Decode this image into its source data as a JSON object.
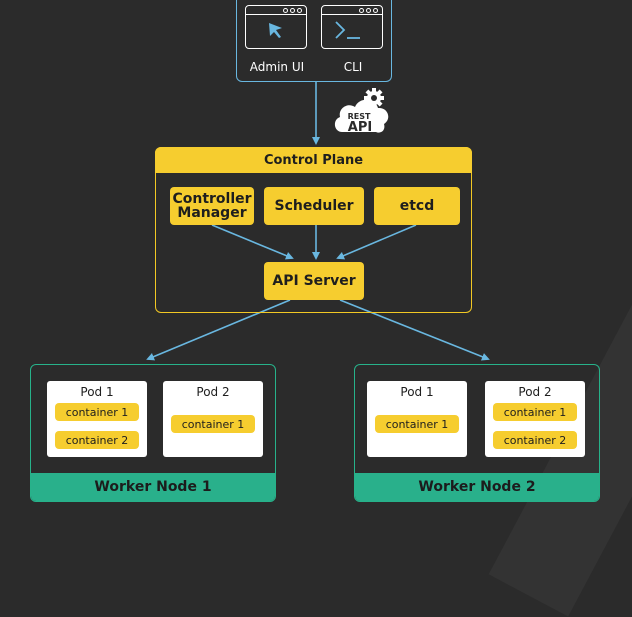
{
  "clients": {
    "admin_ui": "Admin UI",
    "cli": "CLI"
  },
  "rest_api": {
    "line1": "REST",
    "line2": "API"
  },
  "control_plane": {
    "title": "Control Plane",
    "components": [
      "Controller Manager",
      "Scheduler",
      "etcd"
    ],
    "controller_line1": "Controller",
    "controller_line2": "Manager",
    "api_server": "API Server"
  },
  "workers": [
    {
      "name": "Worker Node 1",
      "pods": [
        {
          "name": "Pod 1",
          "containers": [
            "container 1",
            "container 2"
          ]
        },
        {
          "name": "Pod 2",
          "containers": [
            "container 1"
          ]
        }
      ]
    },
    {
      "name": "Worker Node 2",
      "pods": [
        {
          "name": "Pod 1",
          "containers": [
            "container 1"
          ]
        },
        {
          "name": "Pod 2",
          "containers": [
            "container 1",
            "container 2"
          ]
        }
      ]
    }
  ],
  "colors": {
    "background": "#2b2b2b",
    "accent_yellow": "#f6cd2f",
    "accent_teal": "#29b08b",
    "arrow_blue": "#69b7e0"
  }
}
